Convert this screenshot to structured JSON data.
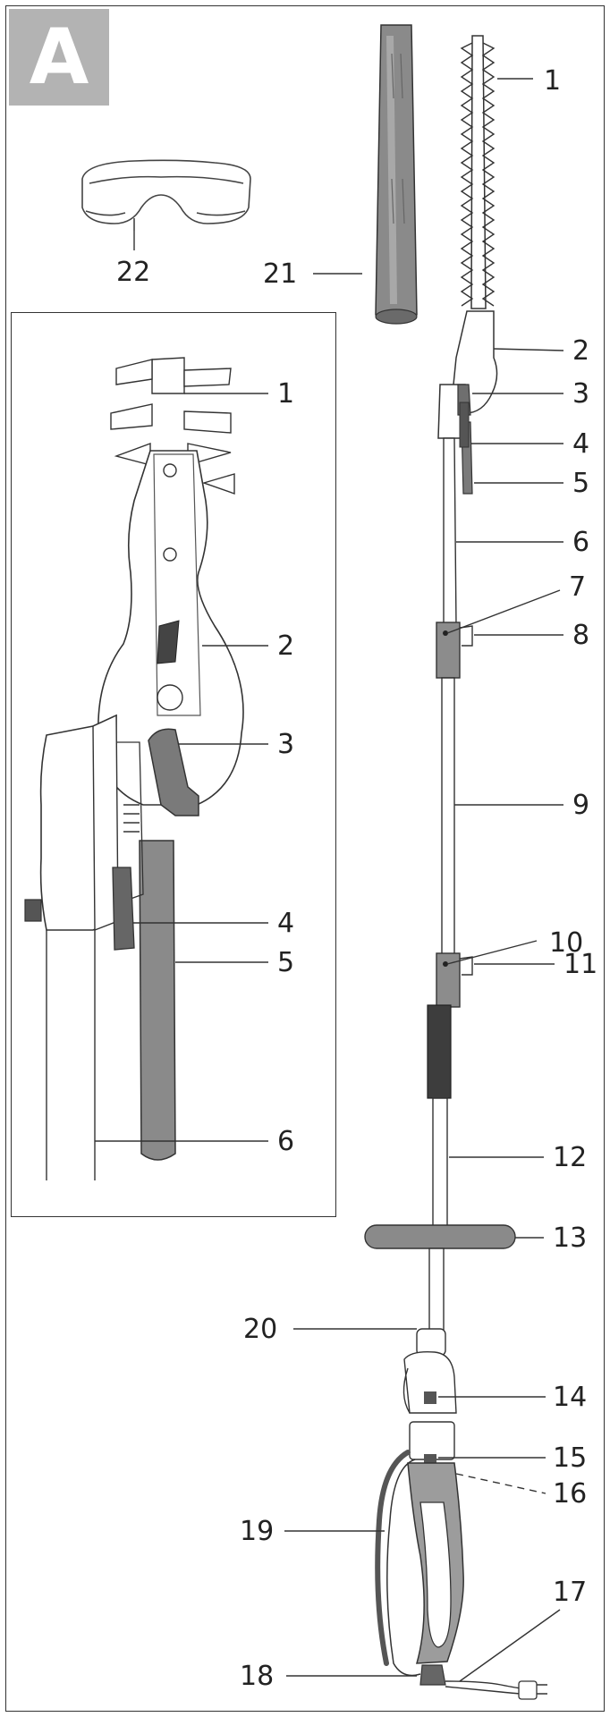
{
  "figure": {
    "badge_letter": "A",
    "labels": {
      "l1": "1",
      "l2": "2",
      "l3": "3",
      "l4": "4",
      "l5": "5",
      "l6": "6",
      "l7": "7",
      "l8": "8",
      "l9": "9",
      "l10": "10",
      "l11": "11",
      "l12": "12",
      "l13": "13",
      "l14": "14",
      "l15": "15",
      "l16": "16",
      "l17": "17",
      "l18": "18",
      "l19": "19",
      "l20": "20",
      "l21": "21",
      "l22": "22"
    },
    "inset_labels": {
      "i1": "1",
      "i2": "2",
      "i3": "3",
      "i4": "4",
      "i5": "5",
      "i6": "6"
    }
  }
}
